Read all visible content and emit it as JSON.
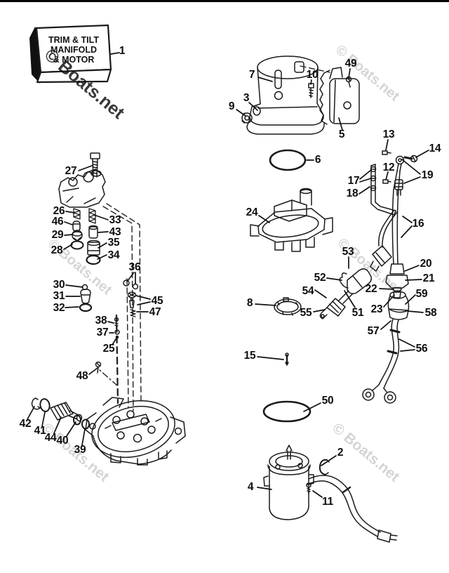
{
  "title_box": {
    "line1": "TRIM & TILT",
    "line2": "MANIFOLD",
    "line3": "& MOTOR"
  },
  "watermark": {
    "text": "© Boats.net"
  },
  "ink_color": "#1a1a1a",
  "callouts": {
    "c1": "1",
    "c2": "2",
    "c3": "3",
    "c4": "4",
    "c5": "5",
    "c6": "6",
    "c7": "7",
    "c8": "8",
    "c9": "9",
    "c10": "10",
    "c11": "11",
    "c12": "12",
    "c13": "13",
    "c14": "14",
    "c15": "15",
    "c16": "16",
    "c17": "17",
    "c18": "18",
    "c19": "19",
    "c20": "20",
    "c21": "21",
    "c22": "22",
    "c23": "23",
    "c24": "24",
    "c25": "25",
    "c26": "26",
    "c27": "27",
    "c28": "28",
    "c29": "29",
    "c30": "30",
    "c31": "31",
    "c32": "32",
    "c33": "33",
    "c34": "34",
    "c35": "35",
    "c36": "36",
    "c37": "37",
    "c38": "38",
    "c39": "39",
    "c40": "40",
    "c41": "41",
    "c42": "42",
    "c43": "43",
    "c44": "44",
    "c45": "45",
    "c46": "46",
    "c47": "47",
    "c48": "48",
    "c49": "49",
    "c50": "50",
    "c51": "51",
    "c52": "52",
    "c53": "53",
    "c54": "54",
    "c55": "55",
    "c56": "56",
    "c57": "57",
    "c58": "58",
    "c59": "59"
  }
}
